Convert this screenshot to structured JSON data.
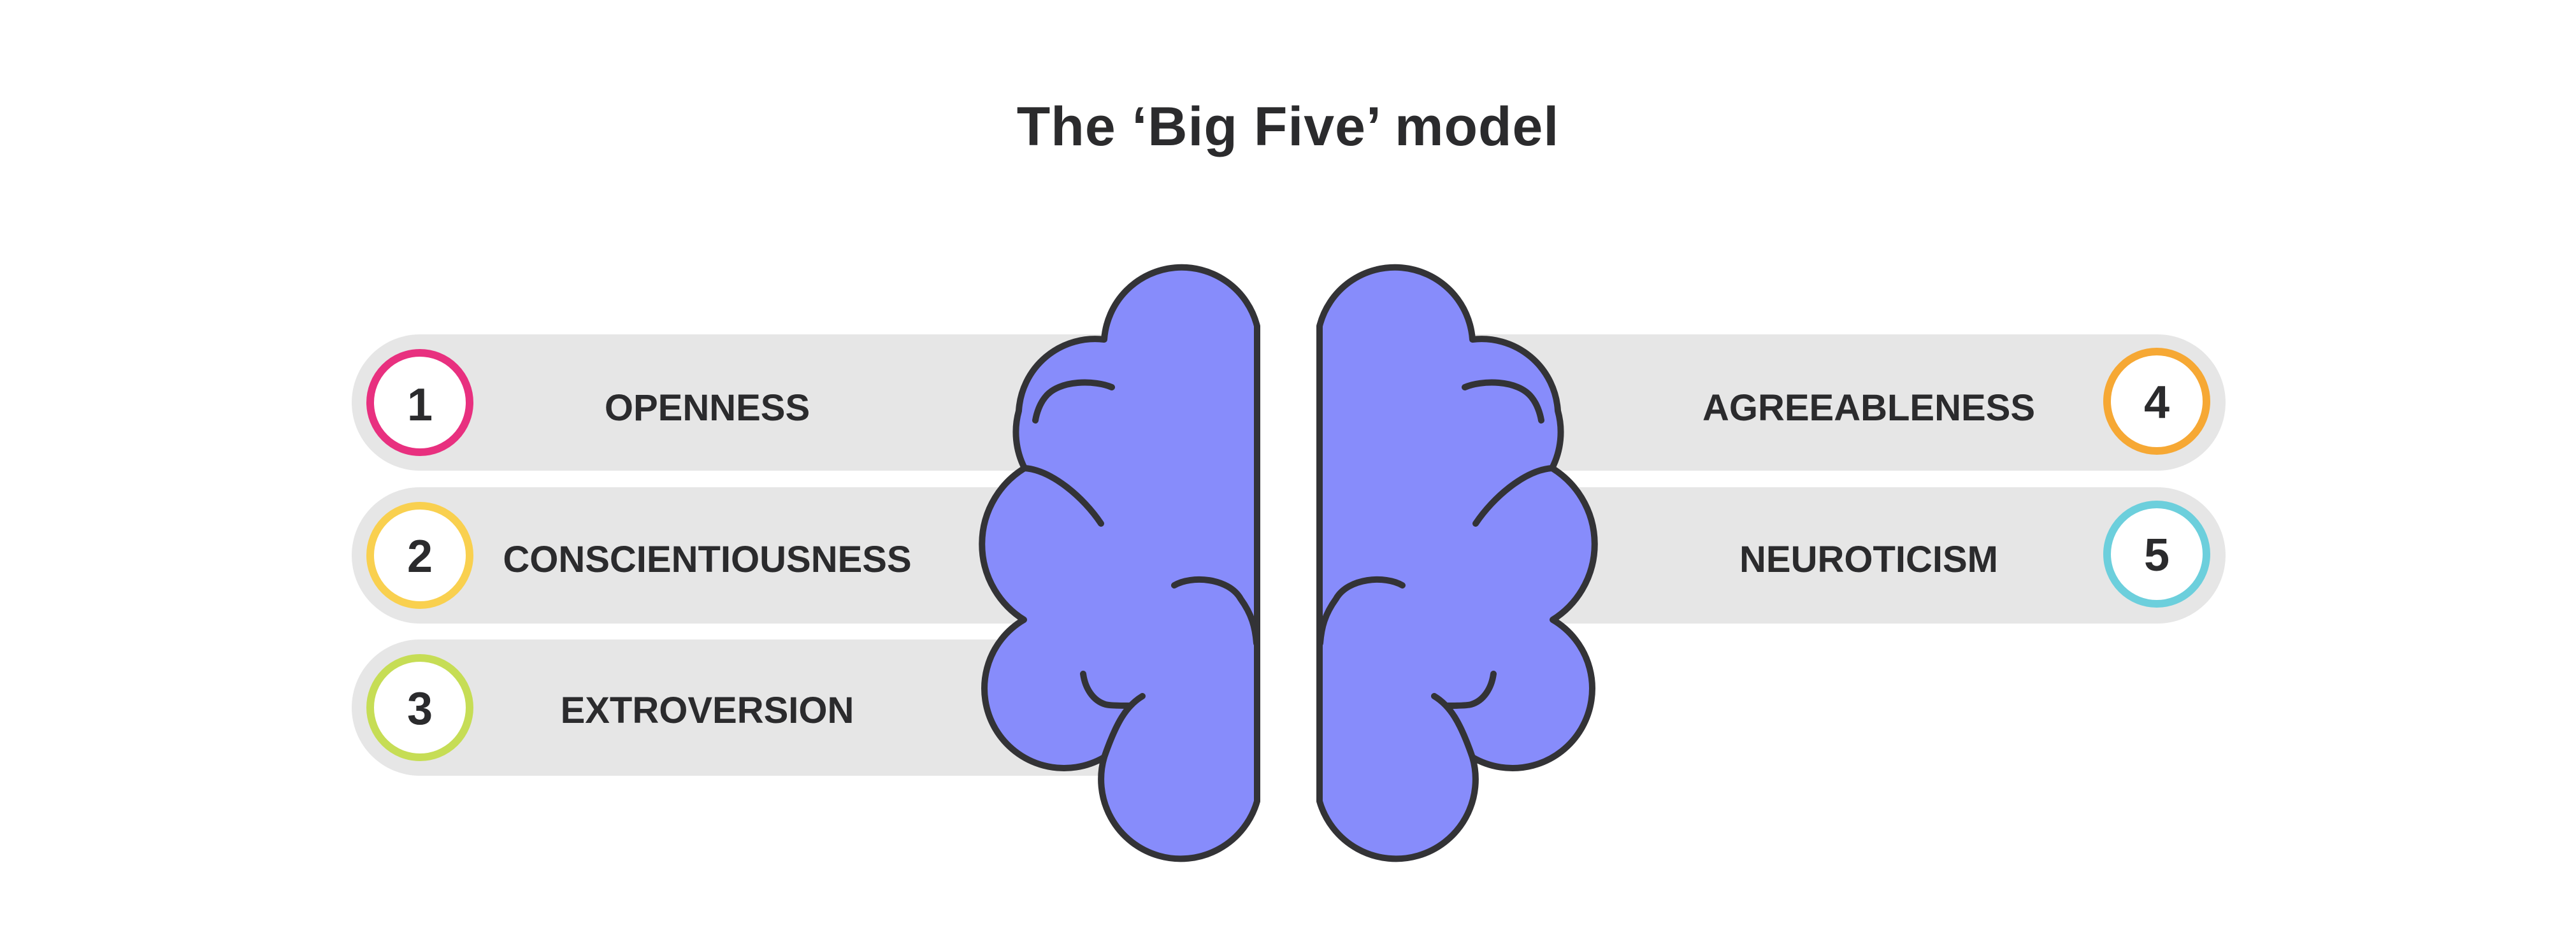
{
  "title": "The ‘Big Five’ model",
  "traits": [
    {
      "number": "1",
      "label": "OPENNESS",
      "color": "#e8307f"
    },
    {
      "number": "2",
      "label": "CONSCIENTIOUSNESS",
      "color": "#f9d04f"
    },
    {
      "number": "3",
      "label": "EXTROVERSION",
      "color": "#c6dd55"
    },
    {
      "number": "4",
      "label": "AGREEABLENESS",
      "color": "#f6a834"
    },
    {
      "number": "5",
      "label": "NEUROTICISM",
      "color": "#6ccfdc"
    }
  ],
  "colors": {
    "bar": "#e6e6e6",
    "brain_fill": "#878cfb",
    "outline": "#333336",
    "text": "#2b2b2d"
  },
  "icons": [
    "brain-left-hemisphere-icon",
    "brain-right-hemisphere-icon"
  ]
}
